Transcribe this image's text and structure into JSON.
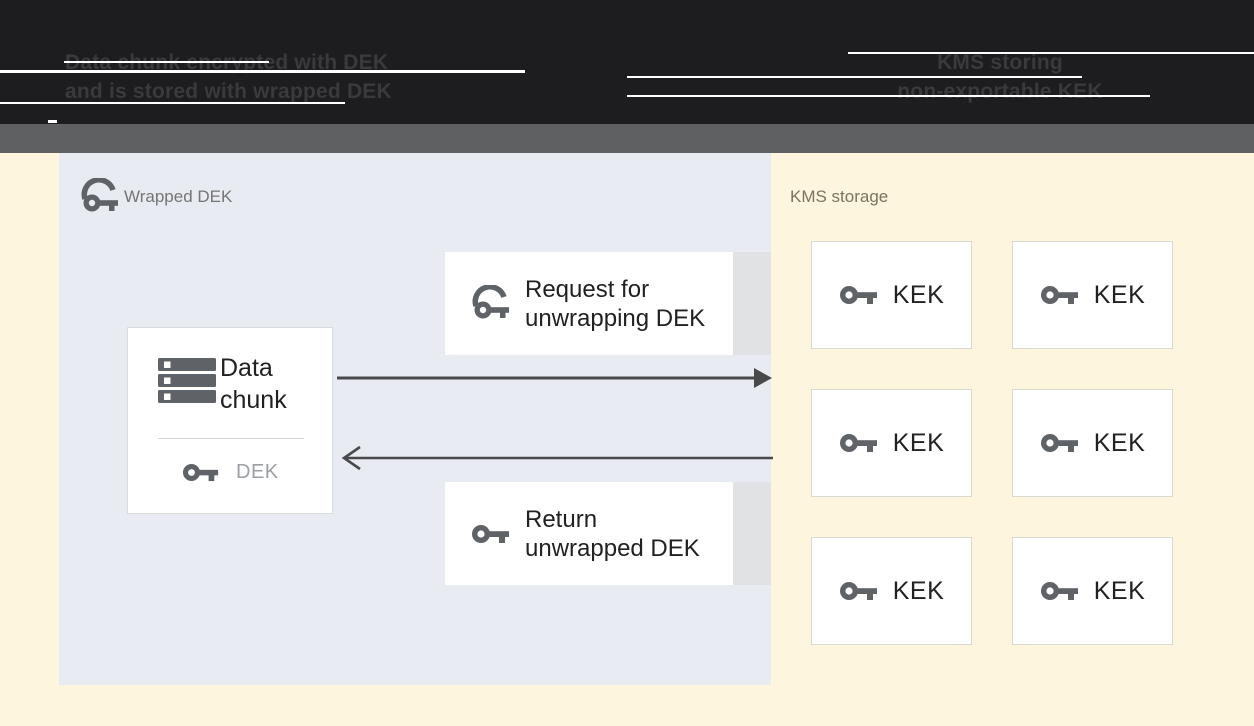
{
  "header": {
    "left_caption_line1": "Data chunk encrypted with DEK",
    "left_caption_line2": "and is stored with wrapped DEK",
    "right_caption_line1": "KMS storing",
    "right_caption_line2": "non-exportable KEK"
  },
  "wrapped_dek_panel": {
    "label": "Wrapped DEK",
    "data_chunk_card": {
      "title_line1": "Data",
      "title_line2": "chunk",
      "key_label": "DEK"
    },
    "request_box": {
      "line1": "Request for",
      "line2": "unwrapping DEK"
    },
    "return_box": {
      "line1": "Return",
      "line2": "unwrapped DEK"
    }
  },
  "kms_panel": {
    "label": "KMS storage",
    "kek_boxes": [
      {
        "label": "KEK"
      },
      {
        "label": "KEK"
      },
      {
        "label": "KEK"
      },
      {
        "label": "KEK"
      },
      {
        "label": "KEK"
      },
      {
        "label": "KEK"
      }
    ]
  },
  "icons": {
    "wrapped_key": "wrapped-key-icon",
    "key": "key-icon",
    "data_chunk": "storage-stack-icon",
    "request_arrow": "arrow-right-icon",
    "return_arrow": "arrow-left-icon"
  },
  "colors": {
    "header_bg": "#1d1d1f",
    "header_text": "#3a3a3c",
    "subband_gray": "#5f6061",
    "page_cream": "#fdf5dd",
    "panel_blue": "#e8ebf1",
    "card_white": "#ffffff",
    "icon_gray": "#5f6368",
    "text_dark": "#212121",
    "muted_gray": "#757575",
    "dek_gray": "#9aa0a6",
    "arrow_gray": "#48494b",
    "strip_gray": "#e0e2e4",
    "kms_label": "#7a7463"
  }
}
